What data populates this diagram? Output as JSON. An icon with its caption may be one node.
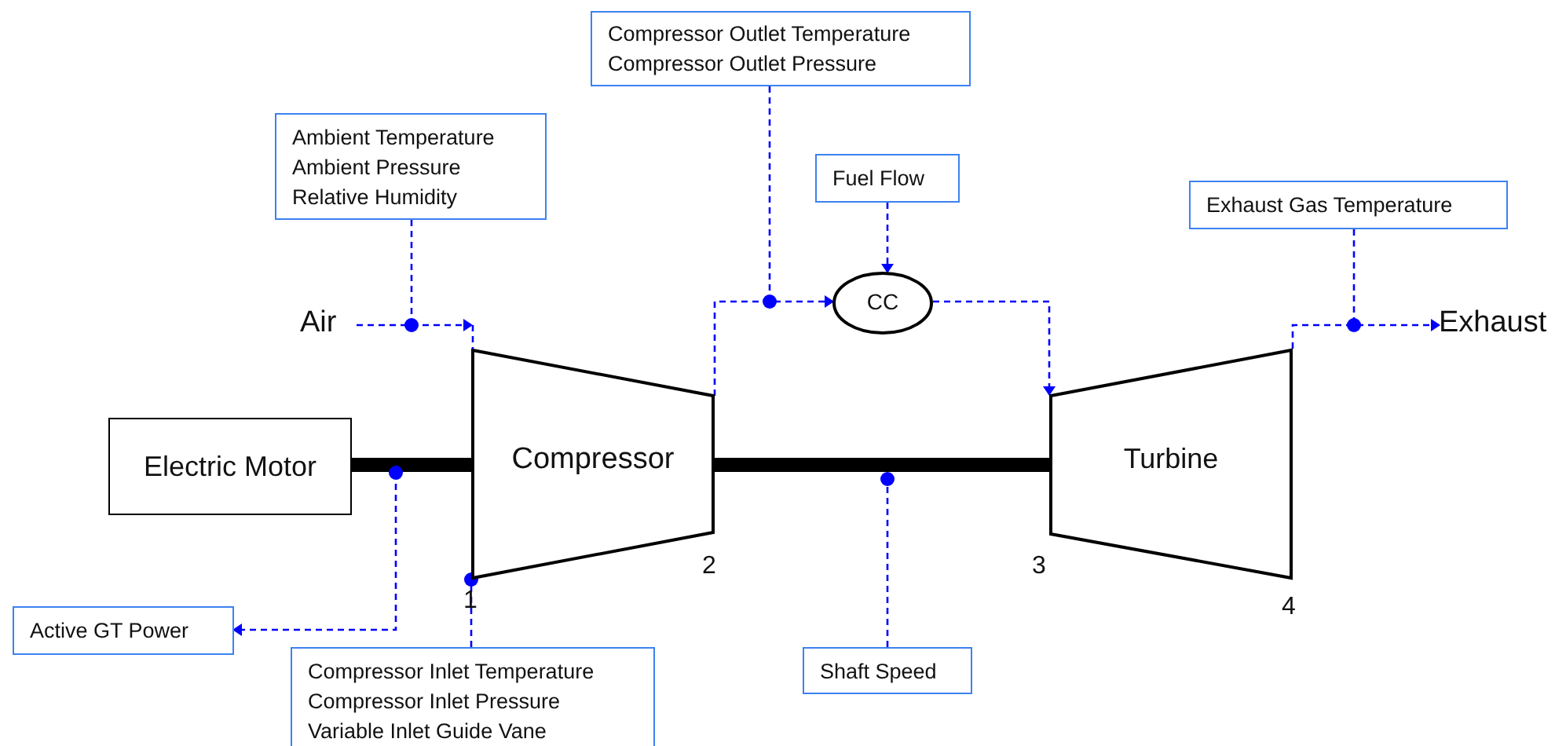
{
  "diagram": {
    "nodes": [
      {
        "text": [
          "Compressor Outlet Temperature Compressor Outlet Pressure"
        ]
      },
      {
        "text": [
          "Ambient Temperature Ambient Pressure Relative Humidity"
        ]
      },
      {
        "text": [
          "Fuel Flow"
        ]
      },
      {
        "text": [
          "Exhaust Gas Temperature"
        ]
      },
      {
        "text": [
          "Air"
        ]
      },
      {
        "text": [
          "CC"
        ]
      },
      {
        "text": [
          "Exhaust"
        ]
      },
      {
        "text": [
          "Electric Motor"
        ]
      },
      {
        "text": [
          "Compressor"
        ],
        "beside": [
          "1",
          "2"
        ]
      },
      {
        "text": [
          "Turbine"
        ],
        "beside": [
          "3",
          "4"
        ]
      },
      {
        "text": [
          "Active GT Power"
        ]
      },
      {
        "text": [
          "Compressor Inlet Temperature Compressor Inlet Pressure Variable Inlet Guide Vane"
        ]
      },
      {
        "text": [
          "Shaft Speed"
        ]
      }
    ],
    "edges": [
      {
        "from": 4,
        "to": 8,
        "arrow": "to",
        "style": "dashed"
      },
      {
        "from": 1,
        "to": null,
        "arrow": "other",
        "style": "dashed"
      },
      {
        "from": 8,
        "to": 5,
        "arrow": "to",
        "style": "dashed"
      },
      {
        "from": 0,
        "to": null,
        "arrow": "other",
        "style": "dashed"
      },
      {
        "from": 2,
        "to": 5,
        "arrow": "to",
        "style": "dashed"
      },
      {
        "from": 5,
        "to": 9,
        "arrow": "to",
        "style": "dashed"
      },
      {
        "from": 9,
        "to": 6,
        "arrow": "to",
        "style": "dashed"
      },
      {
        "from": 3,
        "to": null,
        "arrow": "other",
        "style": "dashed"
      },
      {
        "from": 7,
        "to": 8,
        "arrow": "none",
        "style": "thick",
        "color": "#000000"
      },
      {
        "from": 8,
        "to": 9,
        "arrow": "none",
        "style": "thick",
        "color": "#000000"
      },
      {
        "from": null,
        "to": 10,
        "arrow": "to",
        "style": "dashed"
      },
      {
        "from": 11,
        "to": 8,
        "arrow": "other",
        "style": "dashed"
      },
      {
        "from": 12,
        "to": null,
        "arrow": "other",
        "style": "dashed"
      }
    ]
  }
}
